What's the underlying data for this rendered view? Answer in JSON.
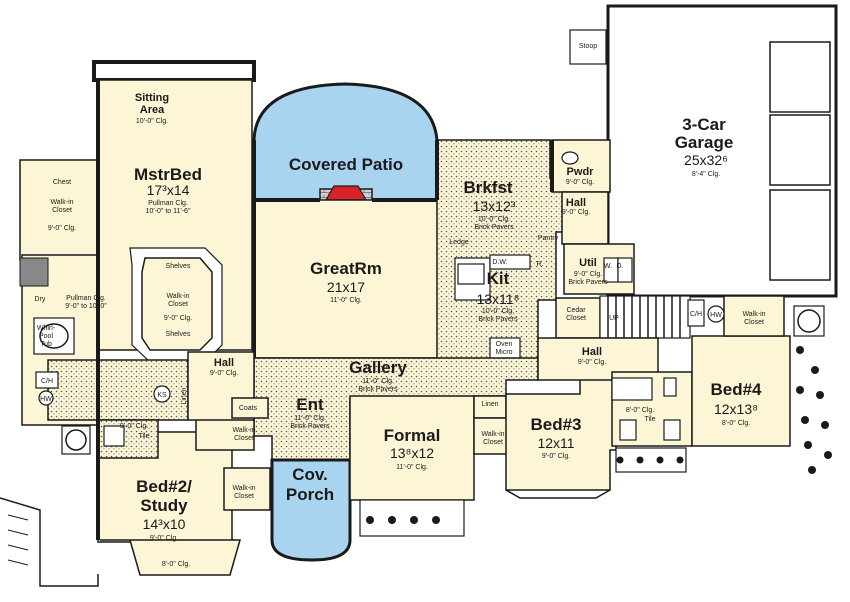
{
  "rooms": {
    "sitting_area": {
      "name": "Sitting\nArea",
      "ceiling": "10'-0\" Clg."
    },
    "mstr_bed": {
      "name": "MstrBed",
      "dims": "17³x14",
      "ceiling1": "Pullman Clg.",
      "ceiling2": "10'-0\" to 11'-6\""
    },
    "covered_patio": {
      "name": "Covered Patio"
    },
    "brkfst": {
      "name": "Brkfst",
      "dims": "13x12³",
      "ceiling": "10'-0\" Clg.",
      "floor": "Brick Pavers"
    },
    "pwdr": {
      "name": "Pwdr",
      "ceiling": "9'-0\" Clg."
    },
    "garage": {
      "name1": "3-Car",
      "name2": "Garage",
      "dims": "25x32⁶",
      "ceiling": "8'-4\" Clg."
    },
    "stoop": {
      "name": "Stoop"
    },
    "hall_kit": {
      "name": "Hall",
      "ceiling": "9'-0\" Clg."
    },
    "pantry": {
      "name": "Pantry"
    },
    "util": {
      "name": "Util",
      "ceiling": "9'-0\" Clg.",
      "floor": "Brick Pavers"
    },
    "chest": {
      "name": "Chest"
    },
    "walkin_mstr": {
      "name": "Walk-in\nCloset",
      "ceiling": "9'-0\" Clg."
    },
    "great_rm": {
      "name": "GreatRm",
      "dims": "21x17",
      "ceiling": "11'-0\" Clg."
    },
    "ledge": {
      "name": "Ledge"
    },
    "kit": {
      "name": "Kit",
      "dims": "13x11⁸",
      "ceiling": "10'-0\" Clg.",
      "floor": "Brick Pavers"
    },
    "dw": {
      "name": "D.W."
    },
    "r": {
      "name": "R."
    },
    "w": {
      "name": "W."
    },
    "d": {
      "name": "D."
    },
    "oven_micro": {
      "name": "Oven\nMicro"
    },
    "cedar_closet": {
      "name": "Cedar\nCloset"
    },
    "up": {
      "name": "UP"
    },
    "ch": {
      "name": "C/H"
    },
    "hw": {
      "name": "HW"
    },
    "walkin_bed4": {
      "name": "Walk-in\nCloset"
    },
    "dry": {
      "name": "Dry"
    },
    "pullman": {
      "name": "Pullman Clg.",
      "ceiling": "9'-0\" to 10'-0\""
    },
    "shelves1": {
      "name": "Shelves"
    },
    "walkin_center": {
      "name": "Walk-in\nCloset",
      "ceiling": "9'-0\" Clg."
    },
    "shelves2": {
      "name": "Shelves"
    },
    "whirlpool": {
      "name": "Whirl-\nPool\nTub"
    },
    "ch2": {
      "name": "C/H"
    },
    "hw2": {
      "name": "HW"
    },
    "ks": {
      "name": "KS"
    },
    "linen1": {
      "name": "Linen"
    },
    "hall_mstr": {
      "name": "Hall",
      "ceiling": "9'-0\" Clg."
    },
    "gallery": {
      "name": "Gallery",
      "ceiling": "11'-0\" Clg.",
      "floor": "Brick Pavers"
    },
    "hall_bed": {
      "name": "Hall",
      "ceiling": "9'-0\" Clg."
    },
    "bed4": {
      "name": "Bed#4",
      "dims": "12x13⁸",
      "ceiling": "8'-0\" Clg."
    },
    "tile_mstr": {
      "ceiling": "9'-0\" Clg.",
      "floor": "Tile"
    },
    "coats": {
      "name": "Coats"
    },
    "ent": {
      "name": "Ent",
      "ceiling": "11'-0\" Clg.",
      "floor": "Brick Pavers"
    },
    "formal": {
      "name": "Formal",
      "dims": "13⁸x12",
      "ceiling": "11'-0\" Clg."
    },
    "linen2": {
      "name": "Linen"
    },
    "walkin_formal": {
      "name": "Walk-in\nCloset"
    },
    "bed3": {
      "name": "Bed#3",
      "dims": "12x11",
      "ceiling": "9'-0\" Clg."
    },
    "tile_bed": {
      "ceiling": "8'-0\" Clg.",
      "floor": "Tile"
    },
    "walkin_hall": {
      "name": "Walk-in\nCloset"
    },
    "walkin_bed2": {
      "name": "Walk-in\nCloset"
    },
    "cov_porch": {
      "name": "Cov.\nPorch"
    },
    "bed2": {
      "name": "Bed#2/\nStudy",
      "dims": "14³x10",
      "ceiling": "9'-0\" Clg."
    },
    "bay": {
      "ceiling": "8'-0\" Clg."
    }
  },
  "colors": {
    "floor": "#fdf6d6",
    "patio": "#a9d4ef",
    "fireplace": "#d8232a",
    "wall": "#1a1a1a",
    "plant": "#1a1a1a"
  }
}
